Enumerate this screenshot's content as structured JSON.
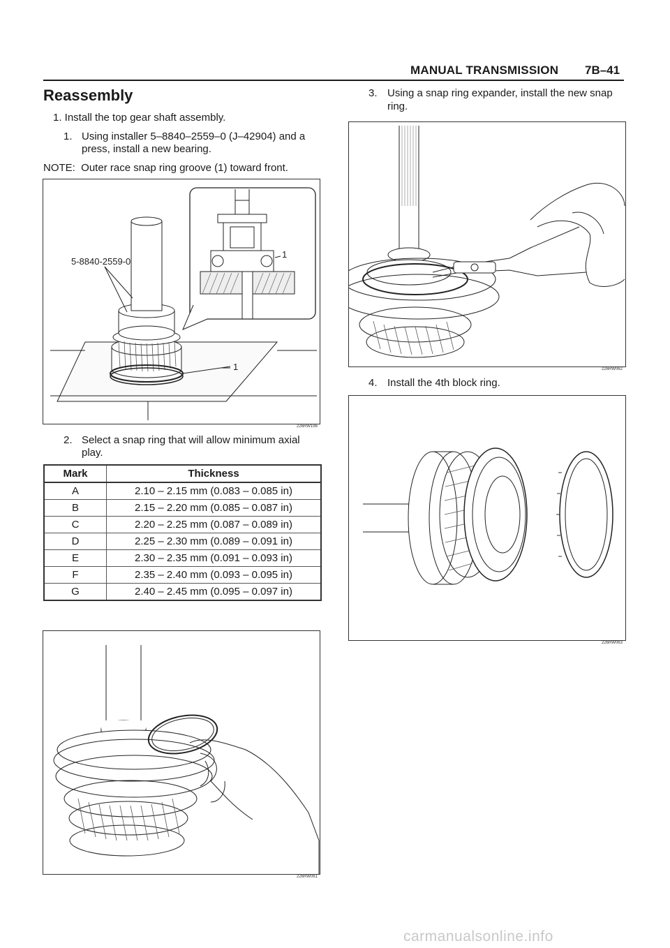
{
  "header": {
    "title": "MANUAL TRANSMISSION",
    "page": "7B–41"
  },
  "section": {
    "title": "Reassembly"
  },
  "left": {
    "step1": "1. Install the top gear shaft assembly.",
    "sub1_num": "1.",
    "sub1_line1": "Using installer 5–8840–2559–0 (J–42904) and a",
    "sub1_line2": "press, install a new bearing.",
    "note": "NOTE:  Outer race snap ring groove (1) toward front.",
    "fig1": {
      "tool_label": "5-8840-2559-0",
      "callout_1a": "1",
      "callout_1b": "1",
      "code": "226RW196"
    },
    "sub2_num": "2.",
    "sub2_line1": "Select a snap ring that will allow minimum axial",
    "sub2_line2": "play.",
    "fig2": {
      "code": "226RW061"
    }
  },
  "table": {
    "headers": [
      "Mark",
      "Thickness"
    ],
    "rows": [
      [
        "A",
        "2.10 – 2.15 mm (0.083 – 0.085 in)"
      ],
      [
        "B",
        "2.15 – 2.20 mm (0.085 – 0.087 in)"
      ],
      [
        "C",
        "2.20 – 2.25 mm (0.087 – 0.089 in)"
      ],
      [
        "D",
        "2.25 – 2.30 mm (0.089 – 0.091 in)"
      ],
      [
        "E",
        "2.30 – 2.35 mm (0.091 – 0.093 in)"
      ],
      [
        "F",
        "2.35 – 2.40 mm (0.093 – 0.095 in)"
      ],
      [
        "G",
        "2.40 – 2.45 mm (0.095 – 0.097 in)"
      ]
    ]
  },
  "right": {
    "sub3_num": "3.",
    "sub3_line1": "Using a snap ring expander, install the new snap",
    "sub3_line2": "ring.",
    "fig3": {
      "code": "226RW062"
    },
    "sub4_num": "4.",
    "sub4_text": "Install the 4th block ring.",
    "fig4": {
      "code": "226RW063"
    }
  },
  "watermark": "carmanualsonline.info"
}
